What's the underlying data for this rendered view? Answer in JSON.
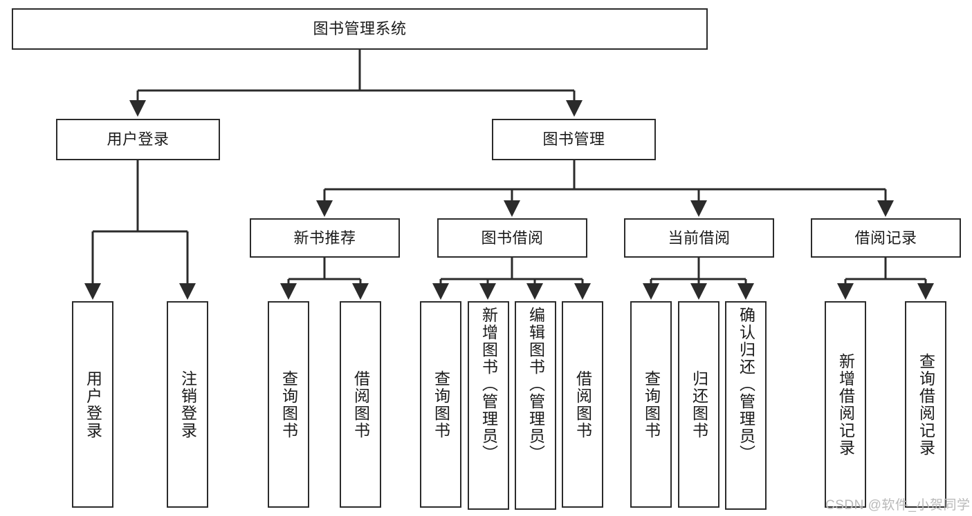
{
  "diagram": {
    "title": "图书管理系统",
    "type": "tree-structure-chart",
    "stroke_color": "#2b2b2b",
    "fill_color": "#ffffff",
    "text_color": "#1a1a1a",
    "root": {
      "label": "图书管理系统"
    },
    "level2": [
      {
        "label": "用户登录"
      },
      {
        "label": "图书管理"
      }
    ],
    "level3": [
      {
        "label": "新书推荐"
      },
      {
        "label": "图书借阅"
      },
      {
        "label": "当前借阅"
      },
      {
        "label": "借阅记录"
      }
    ],
    "leaves": {
      "user_login": [
        {
          "label": "用户登录"
        },
        {
          "label": "注销登录"
        }
      ],
      "new_book": [
        {
          "label": "查询图书"
        },
        {
          "label": "借阅图书"
        }
      ],
      "book_borrow": [
        {
          "label": "查询图书"
        },
        {
          "label": "新增图书（管理员）"
        },
        {
          "label": "编辑图书（管理员）"
        },
        {
          "label": "借阅图书"
        }
      ],
      "current_borrow": [
        {
          "label": "查询图书"
        },
        {
          "label": "归还图书"
        },
        {
          "label": "确认归还（管理员）"
        }
      ],
      "borrow_record": [
        {
          "label": "新增借阅记录"
        },
        {
          "label": "查询借阅记录"
        }
      ]
    }
  },
  "watermark": {
    "text": "CSDN @软件_小贺同学"
  }
}
